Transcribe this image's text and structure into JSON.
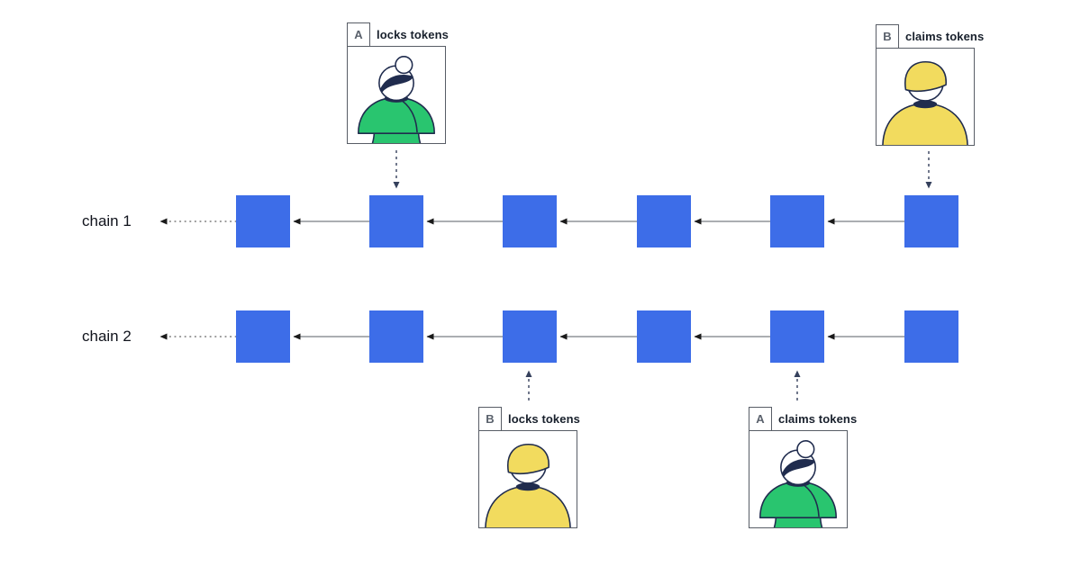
{
  "canvas": {
    "background": "#ffffff"
  },
  "colors": {
    "block_blue": "#3D6DE8",
    "actor_green": "#29C56F",
    "actor_yellow": "#F2DB5E",
    "outline_navy": "#202C4E",
    "connector_gray": "#8F9398",
    "arrowhead_black": "#1A1A1A",
    "dashed_arrow_navy": "#35405C",
    "card_border_gray": "#585D66"
  },
  "chains": [
    {
      "label": "chain 1",
      "block_count": 6
    },
    {
      "label": "chain 2",
      "block_count": 6
    }
  ],
  "cards": [
    {
      "badge": "A",
      "action": "locks tokens",
      "actor_icon": "green-person",
      "position": "top-left",
      "points_to": "chain 1, block 2"
    },
    {
      "badge": "B",
      "action": "claims tokens",
      "actor_icon": "yellow-person",
      "position": "top-right",
      "points_to": "chain 1, block 6"
    },
    {
      "badge": "B",
      "action": "locks tokens",
      "actor_icon": "yellow-person",
      "position": "bottom-left",
      "points_to": "chain 2, block 3"
    },
    {
      "badge": "A",
      "action": "claims tokens",
      "actor_icon": "green-person",
      "position": "bottom-right",
      "points_to": "chain 2, block 5"
    }
  ]
}
